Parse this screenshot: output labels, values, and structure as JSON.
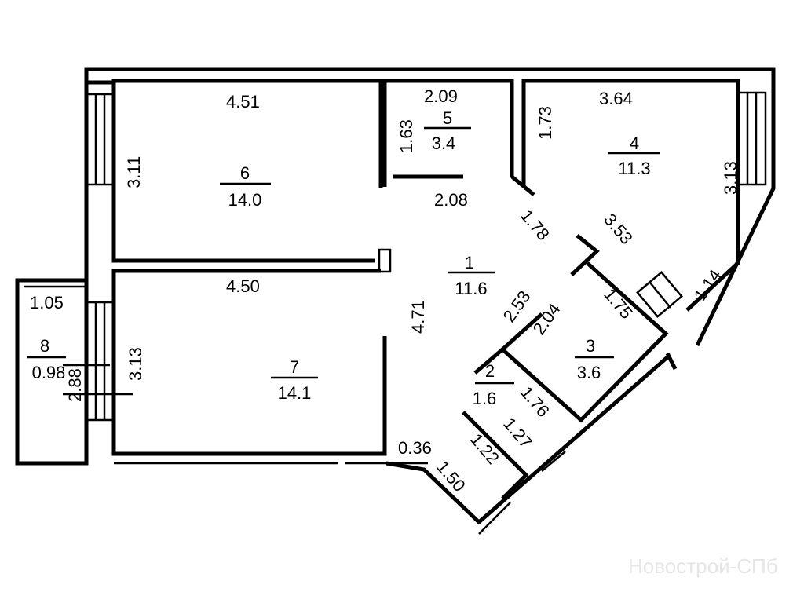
{
  "plan": {
    "rooms": [
      {
        "number": "1",
        "area": "11.6"
      },
      {
        "number": "2",
        "area": "1.6"
      },
      {
        "number": "3",
        "area": "3.6"
      },
      {
        "number": "4",
        "area": "11.3"
      },
      {
        "number": "5",
        "area": "3.4"
      },
      {
        "number": "6",
        "area": "14.0"
      },
      {
        "number": "7",
        "area": "14.1"
      },
      {
        "number": "8",
        "area": "0.98"
      }
    ],
    "dimensions": {
      "r6_top": "4.51",
      "r6_side": "3.11",
      "r5_top": "2.09",
      "r5_side": "1.63",
      "r5_bottom": "2.08",
      "r4_top": "3.64",
      "r4_left": "1.73",
      "r4_right": "3.13",
      "r4_diag": "1.14",
      "r4_inner": "3.53",
      "hall_diag": "1.78",
      "hall_side": "4.71",
      "hall_diag2": "2.53",
      "r7_top": "4.50",
      "r7_side": "3.13",
      "r8_top": "1.05",
      "r8_side": "2.88",
      "r3_side": "2.04",
      "r3_top": "1.75",
      "r2_side": "1.76",
      "ent_a": "1.27",
      "ent_b": "1.22",
      "ent_c": "0.36",
      "ent_d": "1.50"
    },
    "watermark": "Новострой-СПб"
  }
}
